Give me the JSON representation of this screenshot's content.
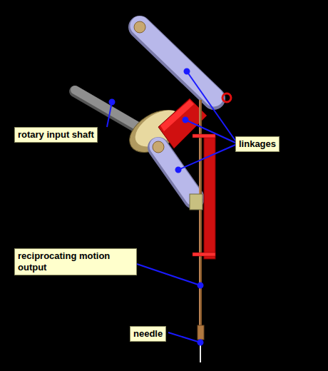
{
  "diagram": {
    "nodes": [
      {
        "text": [
          "rotary input shaft"
        ]
      },
      {
        "text": [
          "linkages"
        ]
      },
      {
        "text": [
          "reciprocating motion output"
        ]
      },
      {
        "text": [
          "needle"
        ]
      }
    ]
  }
}
